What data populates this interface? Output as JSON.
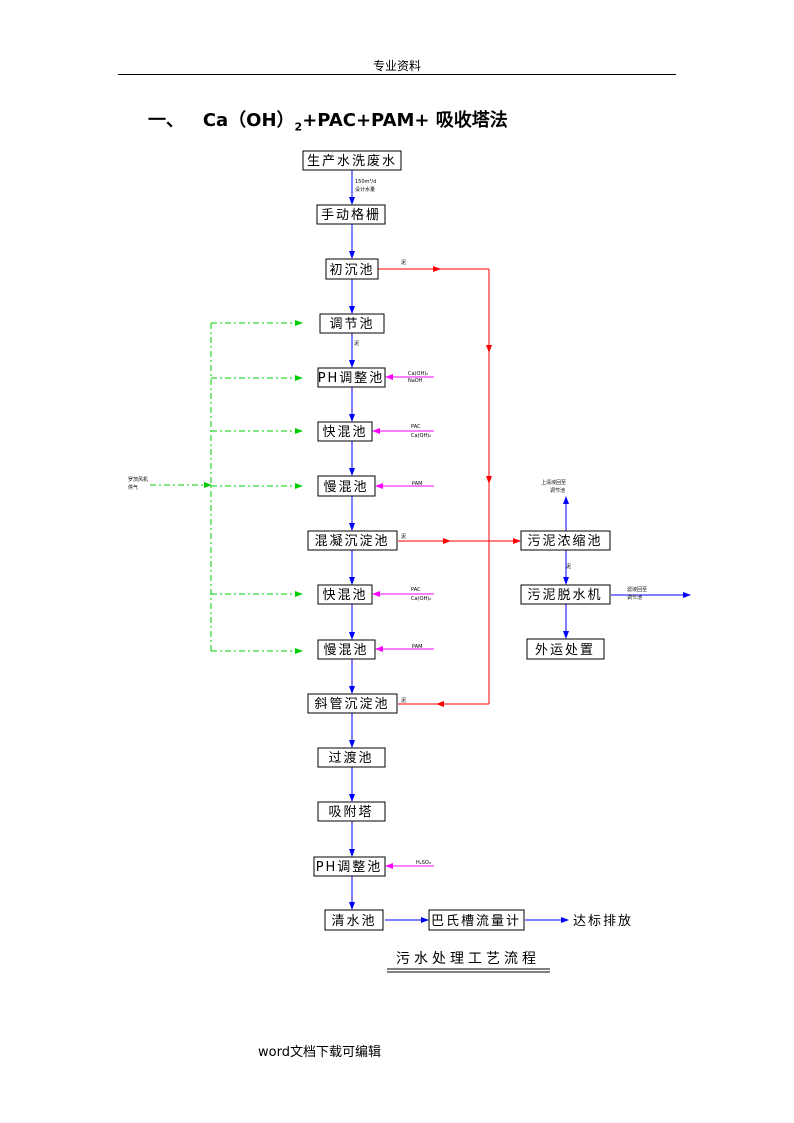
{
  "header": {
    "text": "专业资料"
  },
  "section": {
    "number": "一、",
    "title_pre": "Ca（OH）",
    "title_sub": "2",
    "title_post": "+PAC+PAM+ 吸收塔法"
  },
  "flow": {
    "nodes": {
      "source": "生产水洗废水",
      "grille": "手动格栅",
      "primary_settle": "初沉池",
      "equalize": "调节池",
      "ph_adjust_1": "PH调整池",
      "quick_mix_1": "快混池",
      "slow_mix_1": "慢混池",
      "coag_settle": "混凝沉淀池",
      "quick_mix_2": "快混池",
      "slow_mix_2": "慢混池",
      "incline_settle": "斜管沉淀池",
      "transition": "过渡池",
      "adsorption": "吸附塔",
      "ph_adjust_2": "PH调整池",
      "clear_water": "清水池",
      "parshall": "巴氏槽流量计",
      "discharge": "达标排放",
      "sludge_thicken": "污泥浓缩池",
      "sludge_dewater": "污泥脱水机",
      "outward": "外运处置"
    },
    "labels": {
      "flow_note_1": "150m³/d",
      "flow_note_2": "设计水量",
      "sludge_mark": "泥",
      "chem_caoh2": "Ca(OH)₂",
      "chem_naoh": "NaOH",
      "chem_pac": "PAC",
      "chem_pam": "PAM",
      "chem_h2so4": "H₂SO₄",
      "air_1": "罗茨风机",
      "air_2": "供气",
      "supernatant_1": "上清液回至",
      "supernatant_2": "调节池",
      "filtrate_1": "滤液回至",
      "filtrate_2": "调节池"
    },
    "caption": "污水处理工艺流程",
    "colors": {
      "main_flow": "#0000ff",
      "sludge_flow": "#ff0000",
      "dosing": "#ff00ff",
      "aeration": "#00cc00"
    }
  },
  "footer": {
    "text": "word文档下载可编辑"
  }
}
